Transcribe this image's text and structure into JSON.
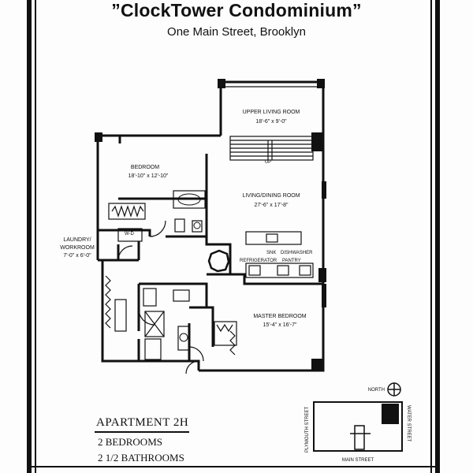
{
  "header": {
    "title": "”ClockTower Condominium”",
    "address": "One Main Street, Brooklyn"
  },
  "rooms": {
    "upper_living_room": {
      "name": "UPPER LIVING ROOM",
      "size": "18'-6\" x 9'-0\""
    },
    "bedroom": {
      "name": "BEDROOM",
      "size": "18'-10\" x 12'-10\""
    },
    "living_dining_room": {
      "name": "LIVING/DINING ROOM",
      "size": "27'-6\" x 17'-8\""
    },
    "laundry": {
      "name_line1": "LAUNDRY/",
      "name_line2": "WORKROOM",
      "size": "7'-0\" x 6'-0\""
    },
    "master_bedroom": {
      "name": "MASTER BEDROOM",
      "size": "15'-4\" x 16'-7\""
    }
  },
  "fixtures": {
    "up": "UP",
    "wd": "W-D",
    "snk": "SNK",
    "dishwasher": "DISHWASHER",
    "refrigerator": "REFRIGERATOR",
    "pantry": "PANTRY"
  },
  "apartment": {
    "name": "APARTMENT 2H",
    "bedrooms": "2 BEDROOMS",
    "bathrooms": "2 1/2 BATHROOMS"
  },
  "site_map": {
    "north": "NORTH",
    "plymouth_street": "PLYMOUTH STREET",
    "water_street": "WATER STREET",
    "main_street": "MAIN STREET"
  }
}
